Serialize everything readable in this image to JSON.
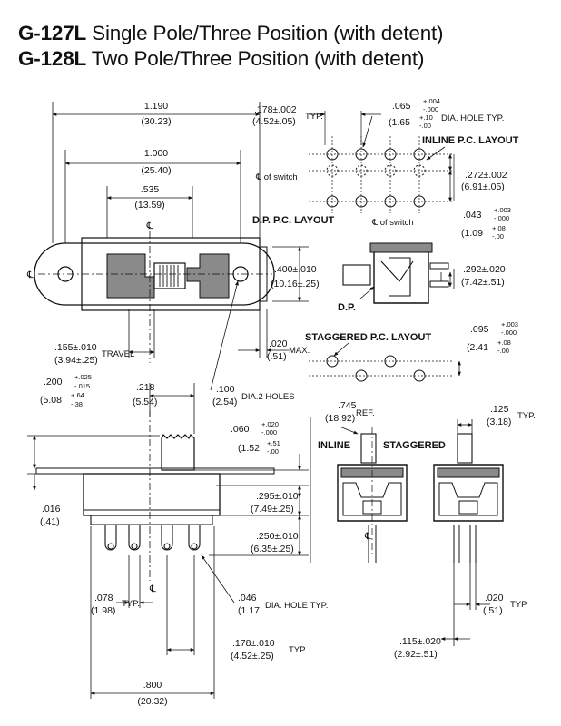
{
  "title": {
    "line1_part": "G-127L",
    "line1_desc": "Single Pole/Three Position (with detent)",
    "line2_part": "G-128L",
    "line2_desc": "Two Pole/Three Position (with detent)"
  },
  "colors": {
    "ink": "#111111",
    "fill_gray": "#8a8a8a",
    "paper": "#ffffff"
  },
  "top_view": {
    "overall_len_in": "1.190",
    "overall_len_mm": "(30.23)",
    "mount_len_in": "1.000",
    "mount_len_mm": "(25.40)",
    "slot_in": ".535",
    "slot_mm": "(13.59)",
    "height_in": ".400±.010",
    "height_mm": "(10.16±.25)",
    "travel_in": ".155±.010",
    "travel_mm": "(3.94±.25)",
    "travel_label": "TRAVEL",
    "max_in": ".020",
    "max_mm": "(.51)",
    "max_label": "MAX.",
    "holes_in": ".100",
    "holes_mm": "(2.54)",
    "holes_label": "DIA.2 HOLES",
    "centerline": "℄"
  },
  "pc_layout": {
    "pitch_in": ".178±.002",
    "pitch_mm": "(4.52±.05)",
    "pitch_typ": "TYP.",
    "hole_in_main": ".065",
    "hole_in_tol_plus": "+.004",
    "hole_in_tol_minus": "-.000",
    "hole_mm_main": "(1.65",
    "hole_mm_tol_plus": "+.10",
    "hole_mm_tol_minus": "-.00",
    "hole_label": "DIA. HOLE TYP.",
    "inline_label": "INLINE P.C. LAYOUT",
    "dp_label": "D.P.  P.C. LAYOUT",
    "switch_label": "of switch",
    "row_in": ".272±.002",
    "row_mm": "(6.91±.05)",
    "offset_in_main": ".043",
    "offset_in_tol_plus": "+.003",
    "offset_in_tol_minus": "-.000",
    "offset_mm_main": "(1.09",
    "offset_mm_tol_plus": "+.08",
    "offset_mm_tol_minus": "-.00",
    "side_in": ".292±.020",
    "side_mm": "(7.42±.51)",
    "dp_tag": "D.P.",
    "staggered_label": "STAGGERED P.C. LAYOUT",
    "stag_in_main": ".095",
    "stag_in_tol_plus": "+.003",
    "stag_in_tol_minus": "-.000",
    "stag_mm_main": "(2.41",
    "stag_mm_tol_plus": "+.08",
    "stag_mm_tol_minus": "-.00"
  },
  "side_view": {
    "a_in_main": ".200",
    "a_in_tol_plus": "+.025",
    "a_in_tol_minus": "-.015",
    "a_mm_main": "(5.08",
    "a_mm_tol_plus": "+.64",
    "a_mm_tol_minus": "-.38",
    "b_in": ".218",
    "b_mm": "(5.54)",
    "c_in": ".016",
    "c_mm": "(.41)",
    "d_in_main": ".060",
    "d_in_tol_plus": "+.020",
    "d_in_tol_minus": "-.000",
    "d_mm_main": "(1.52",
    "d_mm_tol_plus": "+.51",
    "d_mm_tol_minus": "-.00",
    "e_in": ".295±.010",
    "e_mm": "(7.49±.25)",
    "f_in": ".250±.010",
    "f_mm": "(6.35±.25)",
    "g_in": ".078",
    "g_mm": "(1.98)",
    "g_typ": "TYP.",
    "h_in": ".046",
    "h_mm": "(1.17",
    "h_label": "DIA. HOLE TYP.",
    "i_in": ".178±.010",
    "i_mm": "(4.52±.25)",
    "i_typ": "TYP.",
    "j_in": ".800",
    "j_mm": "(20.32)"
  },
  "end_views": {
    "ref_in": ".745",
    "ref_mm": "(18.92)",
    "ref_label": "REF.",
    "inline_label": "INLINE",
    "staggered_label": "STAGGERED",
    "k_in": ".125",
    "k_mm": "(3.18)",
    "k_typ": "TYP.",
    "l_in": ".020",
    "l_mm": "(.51)",
    "l_typ": "TYP.",
    "m_in": ".115±.020",
    "m_mm": "(2.92±.51)"
  }
}
